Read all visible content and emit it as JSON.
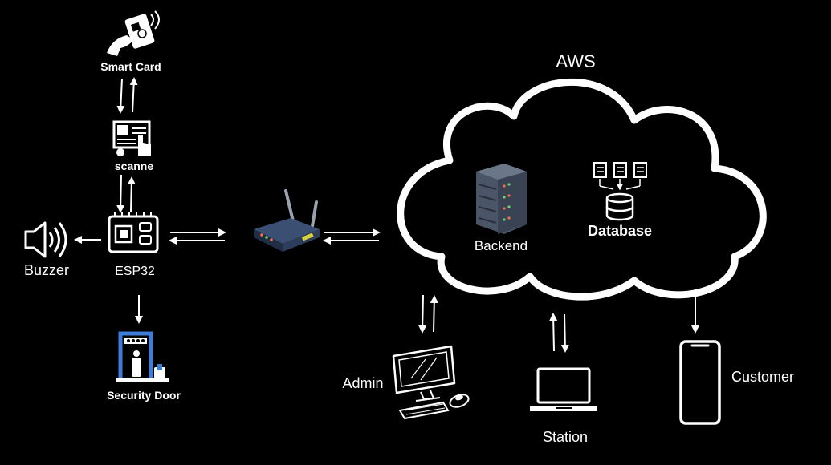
{
  "labels": {
    "smart_card": "Smart Card",
    "scanner": "scanne",
    "esp32": "ESP32",
    "buzzer": "Buzzer",
    "security_door": "Security Door",
    "aws": "AWS",
    "backend": "Backend",
    "database": "Database",
    "admin": "Admin",
    "station": "Station",
    "customer": "Customer"
  },
  "icons": {
    "smart_card": "smart-card-icon",
    "scanner": "scanner-icon",
    "esp32": "chip-icon",
    "buzzer": "speaker-icon",
    "security_door": "security-door-icon",
    "router": "router-icon",
    "cloud": "cloud-icon",
    "backend": "server-rack-icon",
    "database": "database-icon",
    "admin": "desktop-computer-icon",
    "station": "laptop-icon",
    "customer": "smartphone-icon"
  },
  "colors": {
    "background": "#000000",
    "foreground": "#ffffff",
    "server_body": "#4a5568",
    "router_body": "#2c3e5c",
    "door_frame": "#3b7dd8"
  }
}
